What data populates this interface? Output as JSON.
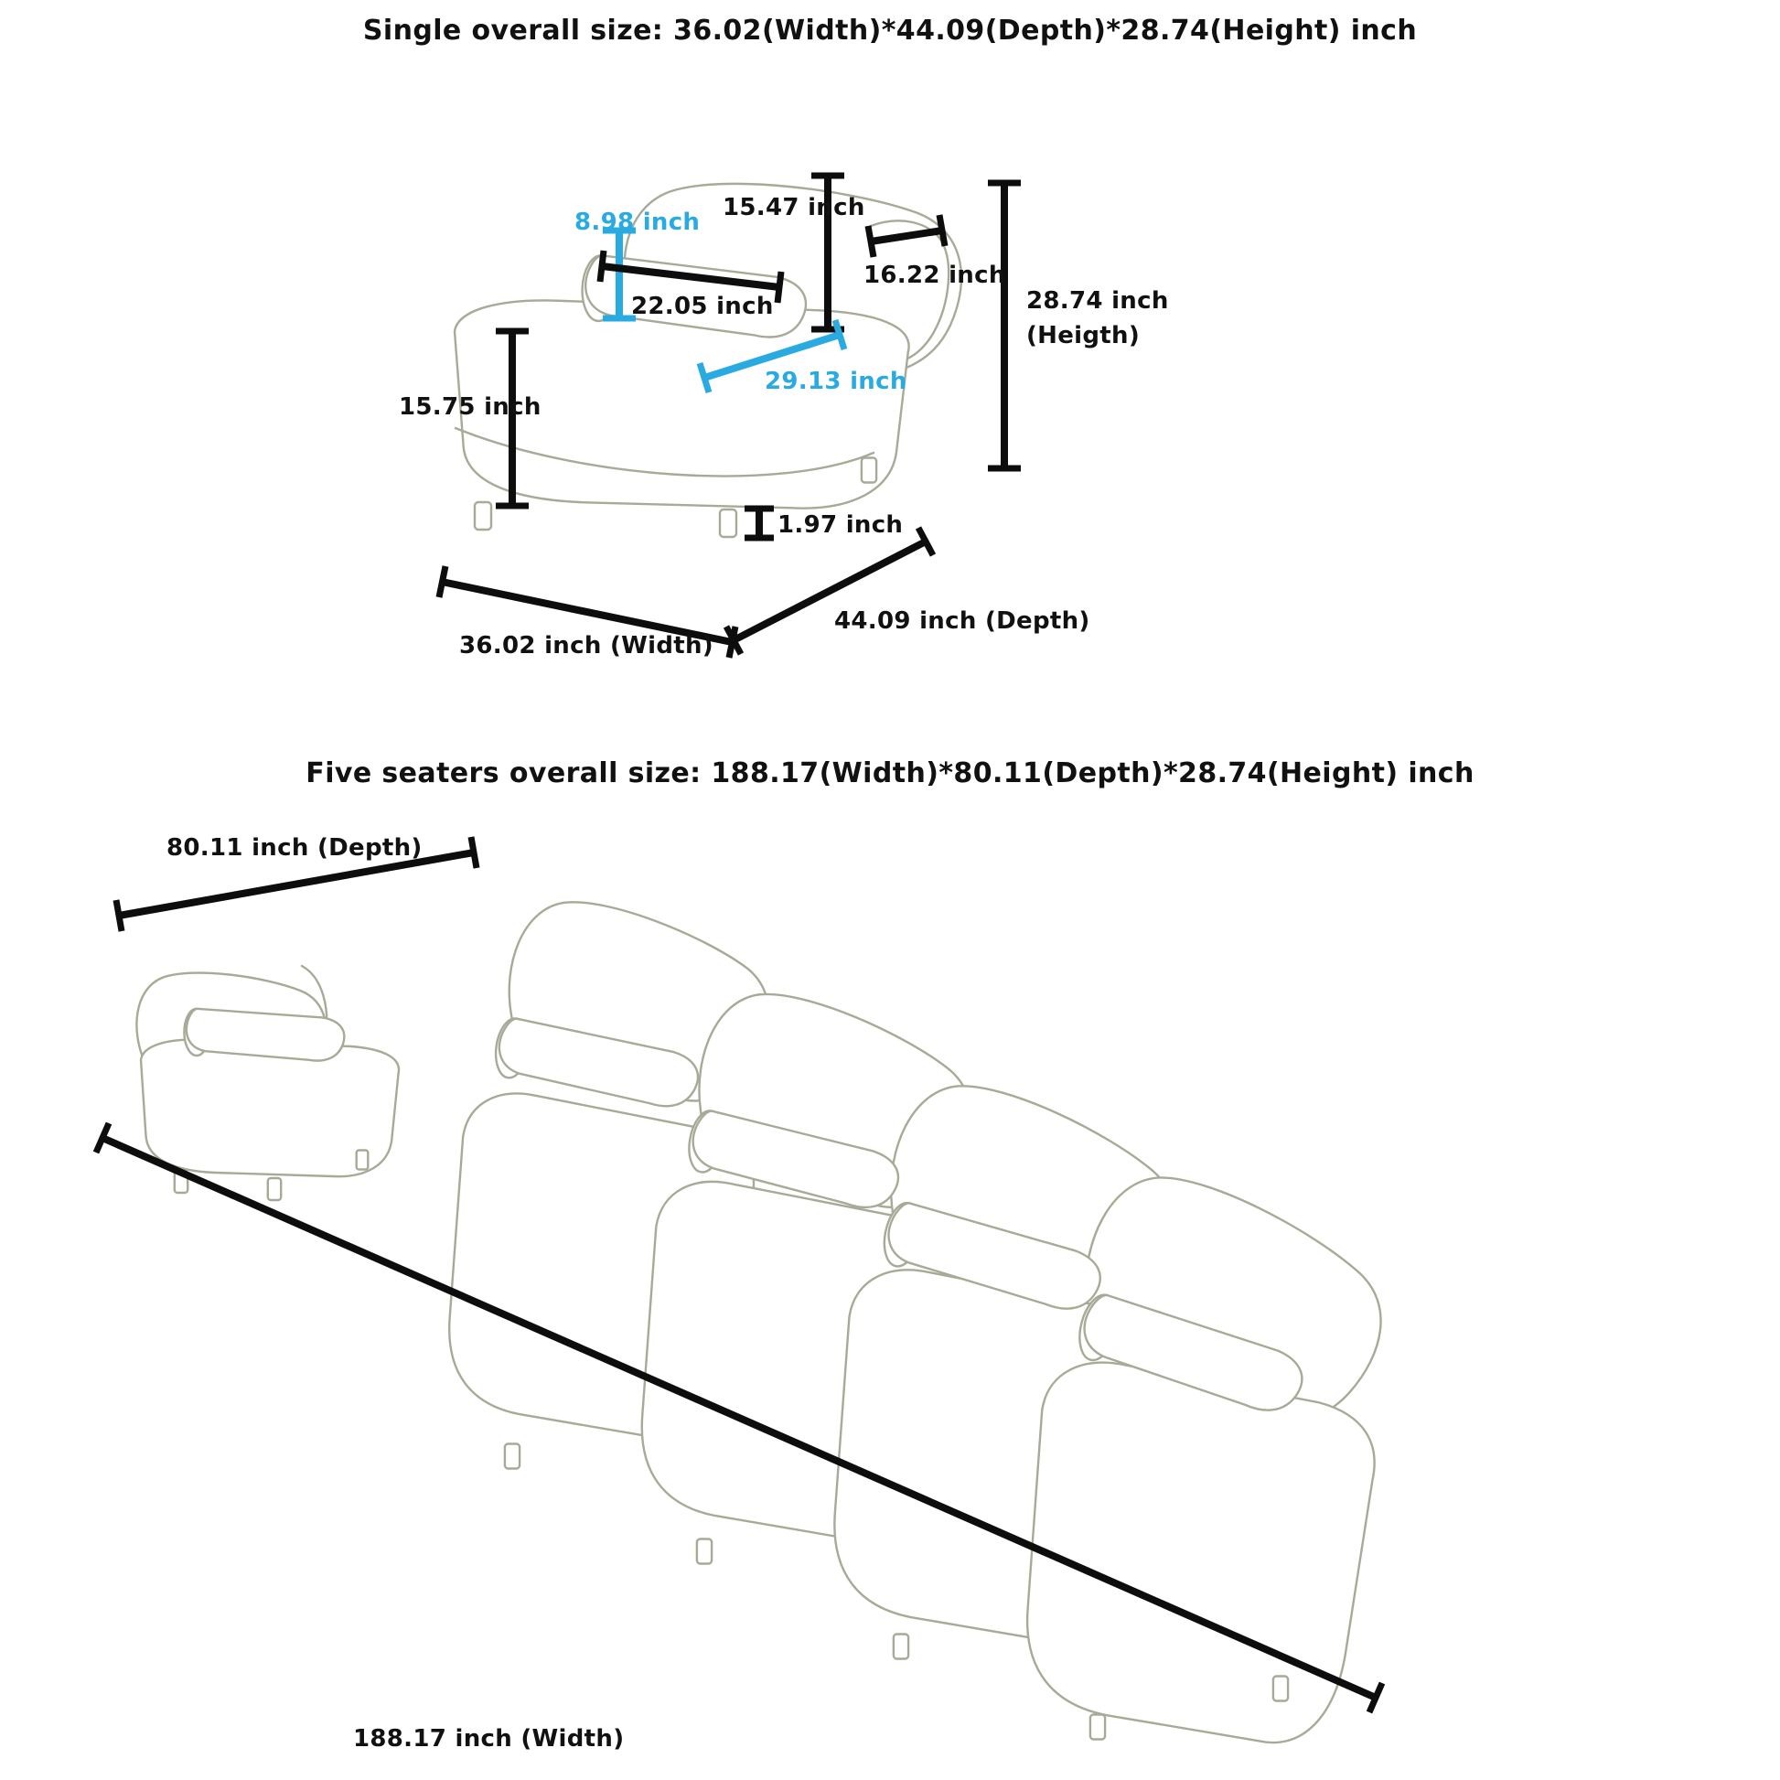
{
  "colors": {
    "dimension": "#0d0d0d",
    "highlight": "#29ABE2",
    "sketch": "#a6aa97"
  },
  "single_diagram": {
    "title": "Single overall size: 36.02(Width)*44.09(Depth)*28.74(Height) inch",
    "labels": {
      "back_height": "15.47 inch",
      "bolster_diameter": "8.98 inch",
      "backrest_width": "16.22 inch",
      "bolster_length": "22.05 inch",
      "overall_height": "28.74 inch",
      "overall_height_note": "(Heigth)",
      "seat_depth": "29.13 inch",
      "seat_height": "15.75 inch",
      "leg_height": "1.97 inch",
      "depth": "44.09 inch (Depth)",
      "width": "36.02 inch (Width)"
    }
  },
  "five_seater_diagram": {
    "title": "Five seaters overall size: 188.17(Width)*80.11(Depth)*28.74(Height) inch",
    "labels": {
      "depth": "80.11 inch (Depth)",
      "width": "188.17 inch (Width)"
    }
  }
}
